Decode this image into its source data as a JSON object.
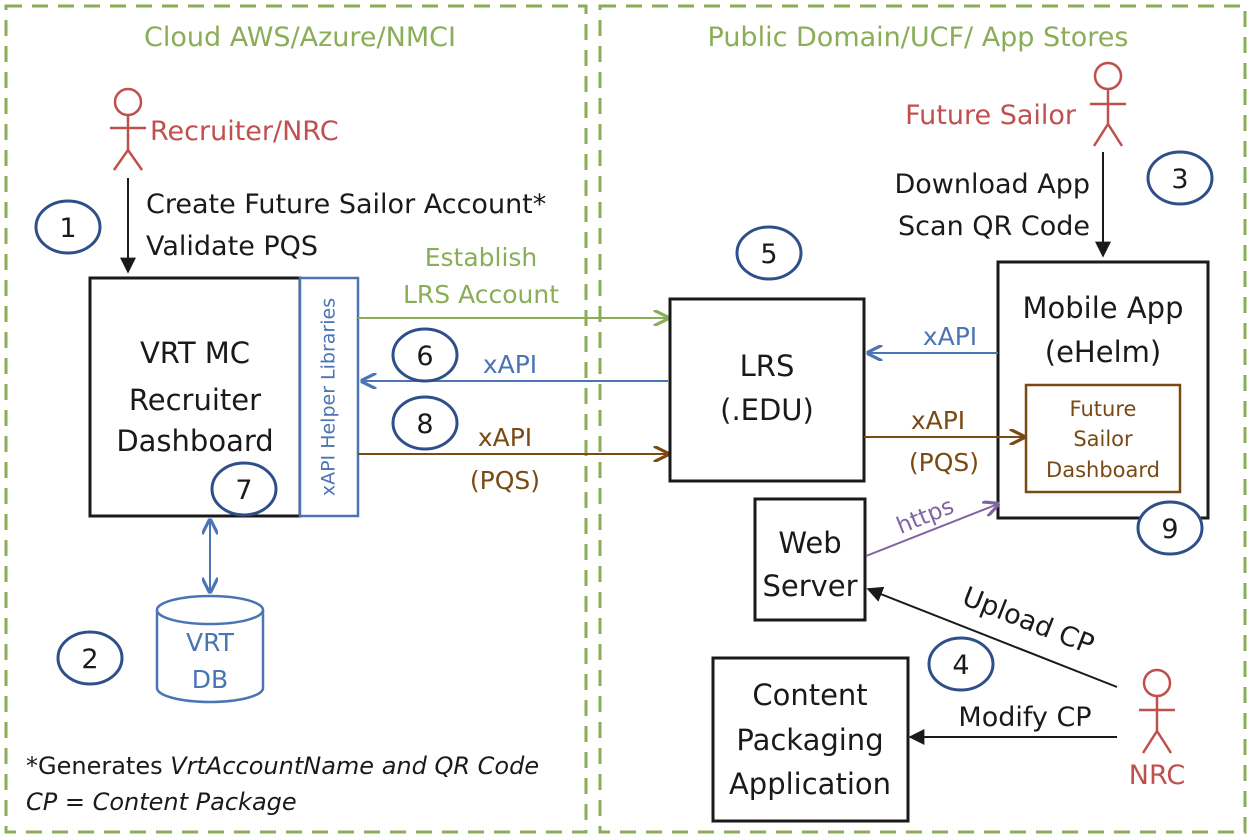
{
  "zones": {
    "left_title": "Cloud AWS/Azure/NMCI",
    "right_title": "Public Domain/UCF/ App Stores"
  },
  "actors": {
    "recruiter": "Recruiter/NRC",
    "future_sailor": "Future Sailor",
    "nrc": "NRC"
  },
  "steps": {
    "create_account": "Create Future Sailor Account*",
    "validate_pqs": "Validate PQS",
    "download_app": "Download App",
    "scan_qr": "Scan QR Code",
    "upload_cp": "Upload CP",
    "modify_cp": "Modify CP"
  },
  "boxes": {
    "vrt_line1": "VRT MC",
    "vrt_line2": "Recruiter",
    "vrt_line3": "Dashboard",
    "helper_libs": "xAPI Helper Libraries",
    "vrt_db_line1": "VRT",
    "vrt_db_line2": "DB",
    "lrs_line1": "LRS",
    "lrs_line2": "(.EDU)",
    "mobile_line1": "Mobile App",
    "mobile_line2": "(eHelm)",
    "fsd_line1": "Future",
    "fsd_line2": "Sailor",
    "fsd_line3": "Dashboard",
    "web_line1": "Web",
    "web_line2": "Server",
    "cpa_line1": "Content",
    "cpa_line2": "Packaging",
    "cpa_line3": "Application"
  },
  "arrows": {
    "establish_line1": "Establish",
    "establish_line2": "LRS Account",
    "xapi_6": "xAPI",
    "xapi_8": "xAPI",
    "pqs_8": "(PQS)",
    "xapi_mobile": "xAPI",
    "xapi_lrs_fsd": "xAPI",
    "pqs_lrs_fsd": "(PQS)",
    "https": "https"
  },
  "numbers": {
    "n1": "1",
    "n2": "2",
    "n3": "3",
    "n4": "4",
    "n5": "5",
    "n6": "6",
    "n7": "7",
    "n8": "8",
    "n9": "9"
  },
  "notes": {
    "line1_prefix": "*Generates ",
    "line1_italic": "VrtAccountName and QR Code",
    "line2": "CP = Content Package"
  },
  "colors": {
    "zone_border": "#8aad57",
    "actor": "#c0504d",
    "xapi_blue": "#4a74b4",
    "pqs_brown": "#7a4a14",
    "https_purple": "#8064a2",
    "number_circle": "#2f4f8a"
  }
}
